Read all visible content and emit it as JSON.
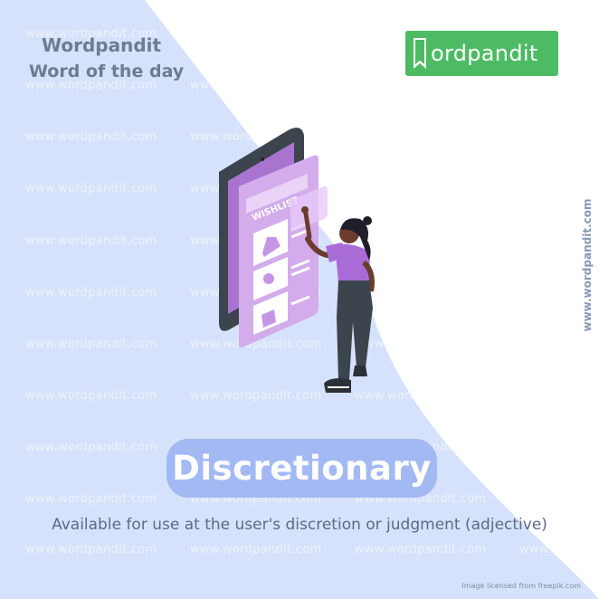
{
  "brand": {
    "name": "Wordpandit",
    "tagline": "Word of the day"
  },
  "logo": {
    "text": "ordpandit",
    "color": "#4dbb63"
  },
  "watermark": {
    "text": "www.wordpandit.com",
    "side_text": "www.wordpandit.com"
  },
  "illustration": {
    "wishlist_label": "WISHLIST"
  },
  "word": {
    "text": "Discretionary",
    "pill_color": "#a3b9f3"
  },
  "definition": "Available for use at the user's discretion or judgment (adjective)",
  "credit": "Image licensed from freepik.com",
  "colors": {
    "background_blue": "#d6e2fb",
    "text_gray": "#6e7b92",
    "phone_dark": "#3c444e",
    "screen_purple": "#b27ed7",
    "panel_purple": "#d3acec"
  }
}
